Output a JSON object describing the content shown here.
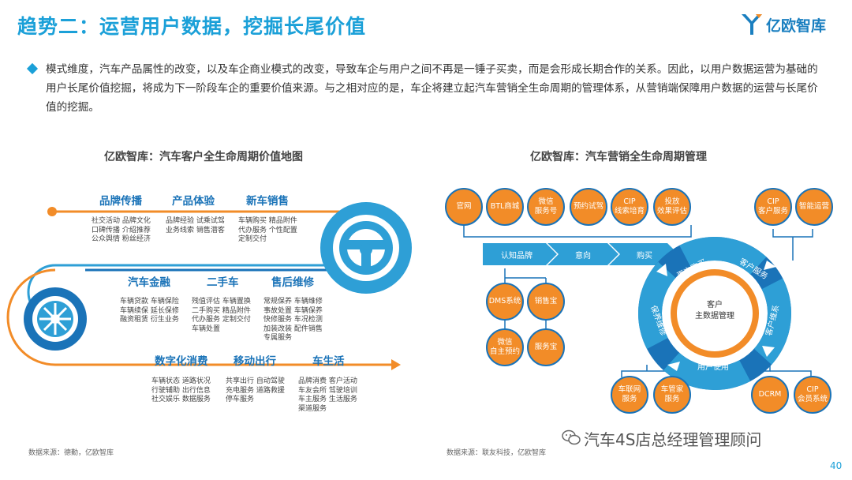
{
  "header": {
    "title": "趋势二：运营用户数据，挖掘长尾价值",
    "logo_text": "亿欧智库"
  },
  "intro": "模式维度，汽车产品属性的改变，以及车企商业模式的改变，导致车企与用户之间不再是一锤子买卖，而是会形成长期合作的关系。因此，以用户数据运营为基础的用户长尾价值挖掘，将成为下一阶段车企的重要价值来源。与之相对应的是，车企将建立起汽车营销全生命周期的管理体系，从营销端保障用户数据的运营与长尾价值的挖掘。",
  "left": {
    "subtitle": "亿欧智库：汽车客户全生命周期价值地图",
    "source": "数据来源：德勤，亿欧智库",
    "categories": [
      {
        "name": "品牌传播",
        "lines": [
          "社交活动 品牌文化",
          "口碑传播 介绍推荐",
          "公众舆情 粉丝经济"
        ]
      },
      {
        "name": "产品体验",
        "lines": [
          "品牌经验 试乘试驾",
          "业务线索 销售潜客"
        ]
      },
      {
        "name": "新车销售",
        "lines": [
          "车辆购买 精品附件",
          "代办服务 个性配置",
          "定制交付"
        ]
      },
      {
        "name": "汽车金融",
        "lines": [
          "车辆贷款 车辆保险",
          "车辆续保 延长保修",
          "融资租赁 衍生业务"
        ]
      },
      {
        "name": "二手车",
        "lines": [
          "残值评估 车辆置换",
          "二手购买 精品附件",
          "代办服务 定制交付",
          "车辆处置"
        ]
      },
      {
        "name": "售后维修",
        "lines": [
          "常规保养 车辆维修",
          "事故处置 车辆保养",
          "快修服务 车况检测",
          "加装改装 配件销售",
          "专属服务"
        ]
      },
      {
        "name": "数字化消费",
        "lines": [
          "车辆状态 道路状况",
          "行驶辅助 出行信息",
          "社交娱乐 数据服务"
        ]
      },
      {
        "name": "移动出行",
        "lines": [
          "共享出行 自动驾驶",
          "充电服务 道路救援",
          "停车服务"
        ]
      },
      {
        "name": "车生活",
        "lines": [
          "品牌消费 客户活动",
          "车友会所 驾驶培训",
          "车主服务 生活服务",
          "渠道服务"
        ]
      }
    ]
  },
  "right": {
    "subtitle": "亿欧智库：汽车营销全生命周期管理",
    "source": "数据来源：联友科技，亿欧智库",
    "top_bubbles": [
      "官网",
      "BTL商城",
      "微信|服务号",
      "预约试驾",
      "CIP|线索培育",
      "投放|效果评估"
    ],
    "top_right_bubbles": [
      "CIP|客户服务",
      "智能运营"
    ],
    "flow": [
      "认知品牌",
      "意向",
      "购买"
    ],
    "left_bubbles": [
      "DMS系统",
      "销售宝",
      "微信|自主预约",
      "服务宝"
    ],
    "bottom_bubbles": [
      "车联网|服务",
      "车管家|服务"
    ],
    "bottom_right_bubbles": [
      "DCRM",
      "CIP|会员系统"
    ],
    "ring": [
      "再次购买",
      "客户服务",
      "客户维系",
      "用户使用",
      "保养维修"
    ],
    "center": [
      "客户",
      "主数据管理"
    ]
  },
  "footer": {
    "watermark": "汽车4S店总经理管理顾问",
    "page": "40"
  },
  "colors": {
    "accent": "#1ba0d8",
    "orange": "#f28c28",
    "navy": "#1a73b8",
    "teal": "#2e9fd6"
  }
}
